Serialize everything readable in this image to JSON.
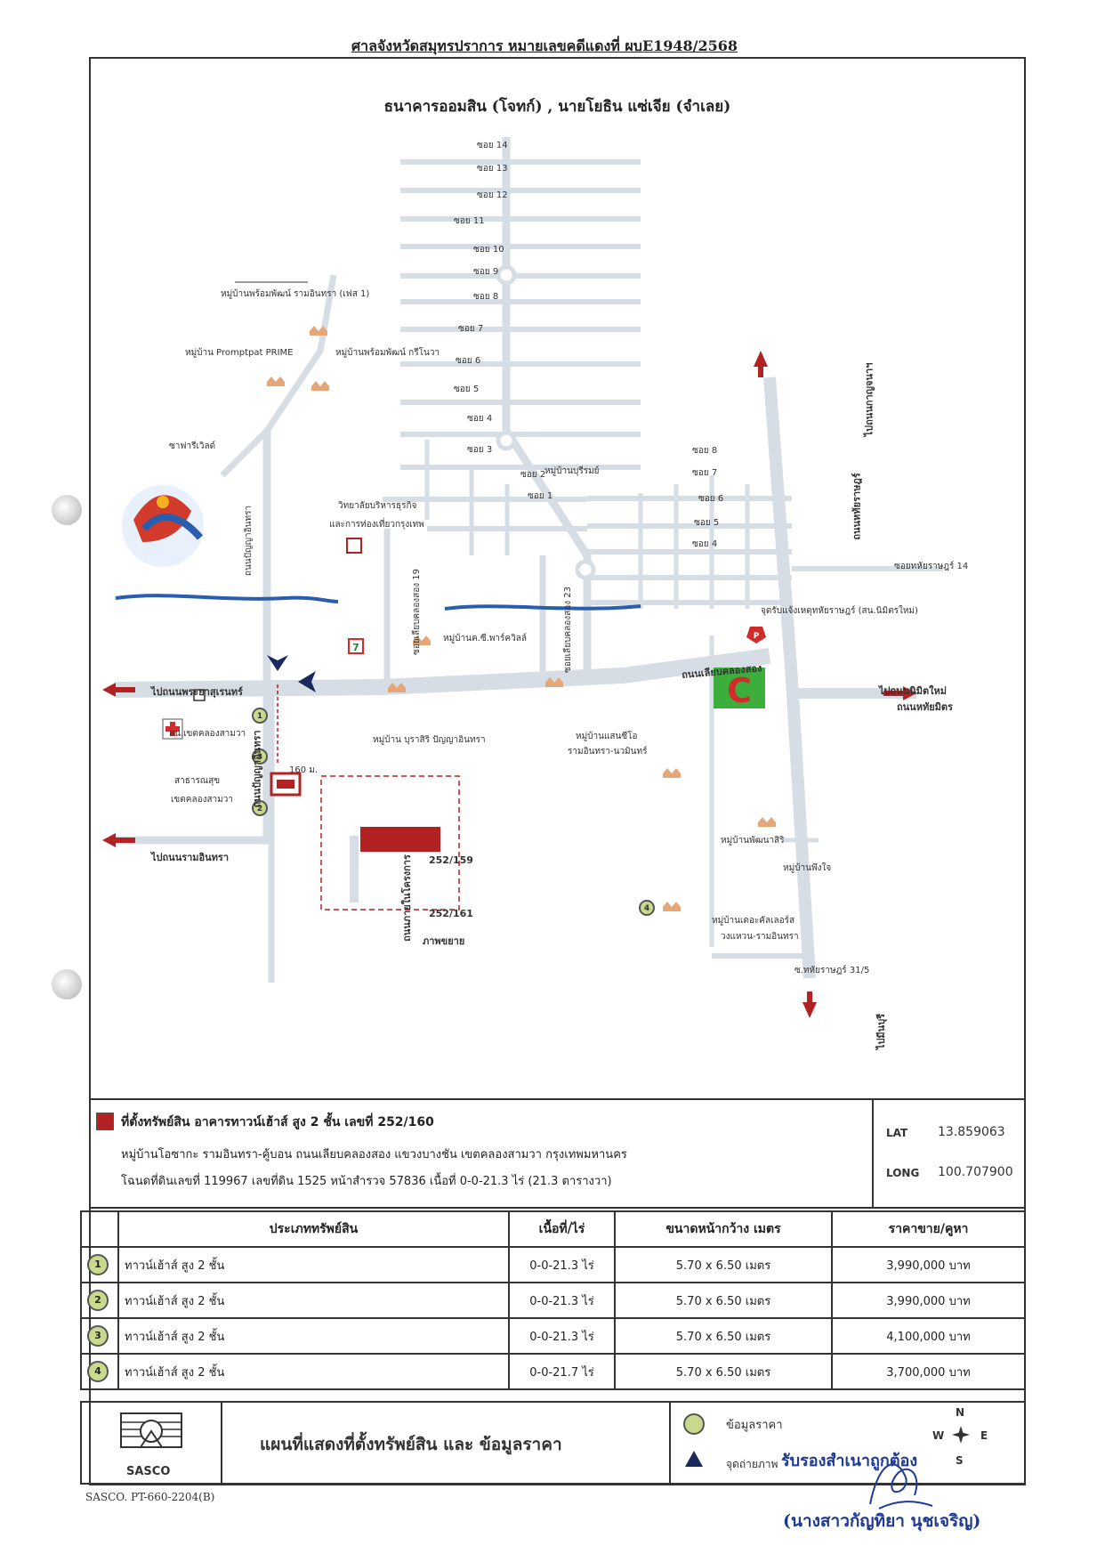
{
  "header": {
    "court_line": "ศาลจังหวัดสมุทรปราการ หมายเลขคดีแดงที่ ผบE1948/2568"
  },
  "case": {
    "title": "ธนาคารออมสิน (โจทก์) ,  นายโยธิน แซ่เจีย (จำเลย)"
  },
  "map": {
    "soi_main": [
      "ซอย 14",
      "ซอย 13",
      "ซอย 12",
      "ซอย 11",
      "ซอย 10",
      "ซอย 9",
      "ซอย 8",
      "ซอย 7",
      "ซอย 6",
      "ซอย 5",
      "ซอย 4",
      "ซอย 3",
      "ซอย 2",
      "ซอย 1"
    ],
    "soi_right": [
      "ซอย 8",
      "ซอย 7",
      "ซอย 6",
      "ซอย 5",
      "ซอย 4"
    ],
    "villages": {
      "prompt_phan_1": "หมู่บ้านพร้อมพัฒน์ รามอินทรา (เฟส 1)",
      "promptpat_prime": "หมู่บ้าน Promptpat PRIME",
      "prompt_phan_green": "หมู่บ้านพร้อมพัฒน์ กรีโนวา",
      "buriram": "หมู่บ้านบุรีรมย์",
      "kc_park": "หมู่บ้านค.ซี.พาร์ควิลล์",
      "burasiri": "หมู่บ้าน บุราสิริ ปัญญาอินทรา",
      "saensiri_1": "หมู่บ้านแสนซีโอ",
      "saensiri_2": "รามอินทรา-นวมินทร์",
      "phanasiri": "หมู่บ้านพัฒนาสิริ",
      "phungjai": "หมู่บ้านพึงใจ",
      "connoisseur_1": "หมู่บ้านเดอะคัลเลอร์ส",
      "connoisseur_2": "วงแหวน-รามอินทรา"
    },
    "places": {
      "safari": "ซาฟารีเวิลด์",
      "college_1": "วิทยาลัยบริหารธุรกิจ",
      "college_2": "และการท่องเที่ยวกรุงเทพ",
      "police": "สน.เขตคลองสามวา",
      "health_1": "สาธารณสุข",
      "health_2": "เขตคลองสามวา",
      "checkpoint": "จุดรับแจ้งเหตุทหัยราษฎร์ (สน.นิมิตรใหม่)",
      "soi_hathai_14": "ซอยทหัยราษฎร์ 14",
      "soi_hathai_31": "ซ.ทหัยราษฎร์ 31/5"
    },
    "roads": {
      "to_phraya": "ไปถนนพระยาสุเรนทร์",
      "to_ramintra": "ไปถนนรามอินทรา",
      "khlong_song": "ถนนเลียบคลองสอง",
      "panya_intra": "ถนนปัญญาอินทรา",
      "panya_intra_2": "ถนนปัญญาอินทรา",
      "soi_19": "ซอยเลียบคลองสอง 19",
      "soi_23": "ซอยเลียบคลองสอง 23",
      "hathai": "ถนนหทัยราษฎร์",
      "to_khan_na_yao": "ไปถนนกาญจนาฯ",
      "to_nimit_mai": "ไปถนนนิมิตใหม่",
      "hathai_mitr": "ถนนหทัยมิตร",
      "to_min_buri": "ไปมีนบุรี",
      "project_road": "ถนนภายในโครงการ"
    },
    "distance": "160 ม.",
    "inset": {
      "unit_top": "252/159",
      "unit_bottom": "252/161",
      "caption": "ภาพขยาย"
    }
  },
  "property": {
    "title": "ที่ตั้งทรัพย์สิน  อาคารทาวน์เฮ้าส์ สูง 2 ชั้น เลขที่ 252/160",
    "address": "หมู่บ้านโอซากะ รามอินทรา-คู้บอน ถนนเลียบคลองสอง แขวงบางชัน เขตคลองสามวา กรุงเทพมหานคร",
    "deed": "โฉนดที่ดินเลขที่ 119967 เลขที่ดิน 1525 หน้าสำรวจ 57836 เนื้อที่ 0-0-21.3 ไร่ (21.3 ตารางวา)",
    "lat_label": "LAT",
    "lat": "13.859063",
    "long_label": "LONG",
    "long": "100.707900"
  },
  "table": {
    "headers": [
      "ประเภททรัพย์สิน",
      "เนื้อที่/ไร่",
      "ขนาดหน้ากว้าง  เมตร",
      "ราคาขาย/คูหา"
    ],
    "rows": [
      {
        "no": "1",
        "type": "ทาวน์เฮ้าส์ สูง 2 ชั้น",
        "area": "0-0-21.3 ไร่",
        "size": "5.70 x 6.50 เมตร",
        "price": "3,990,000 บาท"
      },
      {
        "no": "2",
        "type": "ทาวน์เฮ้าส์ สูง 2 ชั้น",
        "area": "0-0-21.3 ไร่",
        "size": "5.70 x 6.50 เมตร",
        "price": "3,990,000 บาท"
      },
      {
        "no": "3",
        "type": "ทาวน์เฮ้าส์ สูง 2 ชั้น",
        "area": "0-0-21.3 ไร่",
        "size": "5.70 x 6.50 เมตร",
        "price": "4,100,000 บาท"
      },
      {
        "no": "4",
        "type": "ทาวน์เฮ้าส์ สูง 2 ชั้น",
        "area": "0-0-21.7 ไร่",
        "size": "5.70 x 6.50 เมตร",
        "price": "3,700,000 บาท"
      }
    ]
  },
  "footer": {
    "logo_text": "SASCO",
    "map_title": "แผนที่แสดงที่ตั้งทรัพย์สิน และ ข้อมูลราคา",
    "legend_price": "ข้อมูลราคา",
    "legend_photo": "จุดถ่ายภาพ",
    "certified": "รับรองสำเนาถูกต้อง",
    "compass": {
      "n": "N",
      "s": "S",
      "e": "E",
      "w": "W"
    },
    "doc_code": "SASCO. PT-660-2204(B)",
    "signer": "(นางสาวกัญทิยา  นุชเจริญ)"
  },
  "colors": {
    "road": "#d7dde5",
    "river": "#2a5dae",
    "property": "#b22222",
    "price_marker": "#c9d98c"
  }
}
